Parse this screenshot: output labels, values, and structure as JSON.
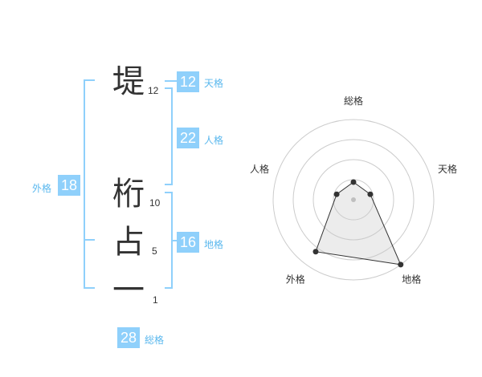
{
  "name": {
    "characters": [
      {
        "char": "堤",
        "strokes": "12"
      },
      {
        "char": "桁",
        "strokes": "10"
      },
      {
        "char": "占",
        "strokes": "5"
      },
      {
        "char": "一",
        "strokes": "1"
      }
    ]
  },
  "kakusu": {
    "tenkaku": {
      "value": "12",
      "label": "天格"
    },
    "jinkaku": {
      "value": "22",
      "label": "人格"
    },
    "chikaku": {
      "value": "16",
      "label": "地格"
    },
    "gaikaku": {
      "value": "18",
      "label": "外格"
    },
    "soukaku": {
      "value": "28",
      "label": "総格"
    }
  },
  "colors": {
    "accent": "#8fd0fb",
    "accent_text": "#5bb8ee",
    "text": "#333333"
  },
  "chart_data": {
    "type": "radar",
    "axes": [
      "総格",
      "天格",
      "地格",
      "外格",
      "人格"
    ],
    "values": [
      0.22,
      0.22,
      1.0,
      0.8,
      0.22
    ],
    "rmax": 1.0,
    "rings": 4,
    "grid": true
  }
}
